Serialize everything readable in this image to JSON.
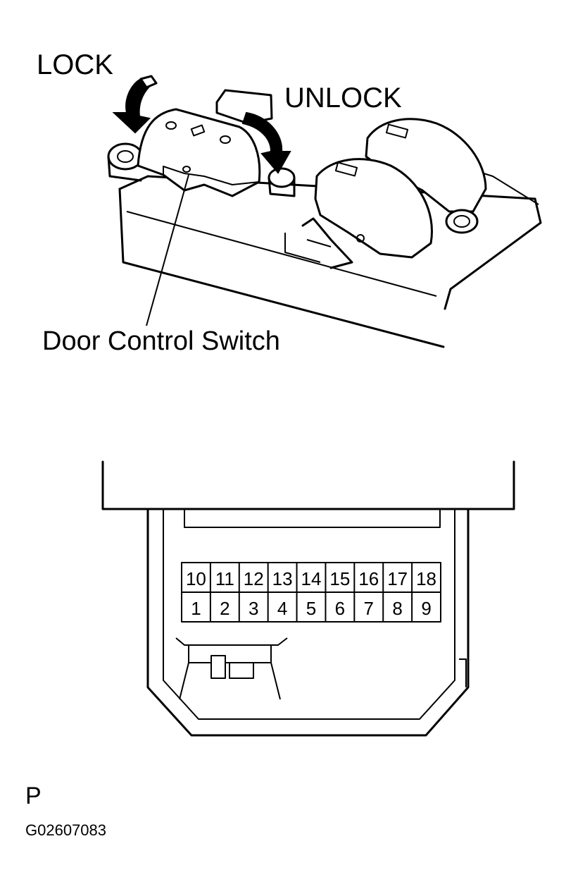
{
  "labels": {
    "lock": "LOCK",
    "unlock": "UNLOCK",
    "door_control_switch": "Door Control Switch",
    "connector_type": "P",
    "figure_id": "G02607083"
  },
  "connector": {
    "top_row": [
      "10",
      "11",
      "12",
      "13",
      "14",
      "15",
      "16",
      "17",
      "18"
    ],
    "bottom_row": [
      "1",
      "2",
      "3",
      "4",
      "5",
      "6",
      "7",
      "8",
      "9"
    ]
  }
}
